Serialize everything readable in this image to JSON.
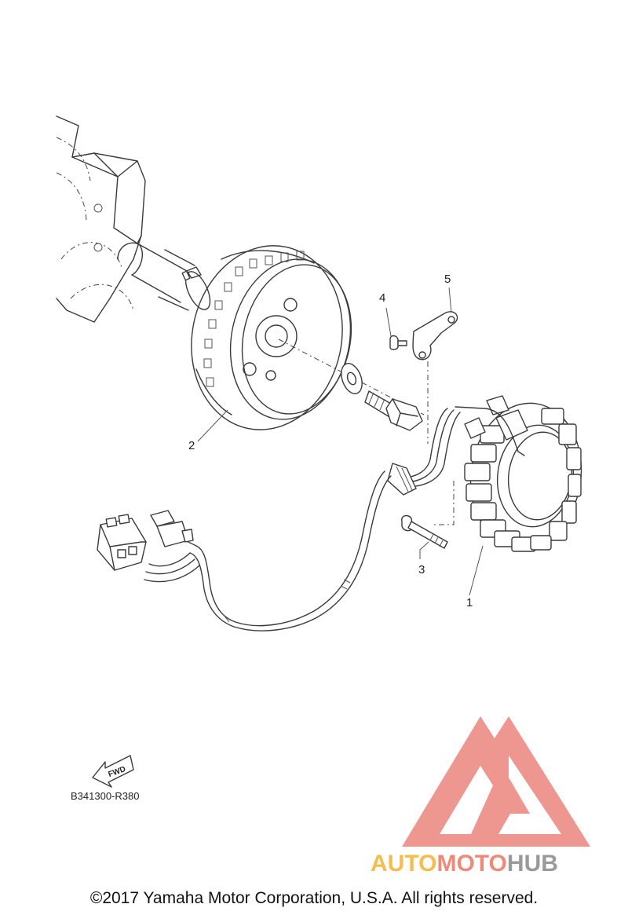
{
  "callouts": [
    "1",
    "2",
    "3",
    "4",
    "5"
  ],
  "fwd_label": "FWD",
  "diagram_code": "B341300-R380",
  "watermark": {
    "part1": "AUTO",
    "part2": "MOTO",
    "part3": "HUB"
  },
  "copyright": "©2017 Yamaha Motor Corporation, U.S.A. All rights reserved.",
  "colors": {
    "watermark_red": "#e86a62",
    "watermark_orange": "#f4bd4e",
    "watermark_gray": "#9a9a9a",
    "line": "#3a3a3a"
  }
}
